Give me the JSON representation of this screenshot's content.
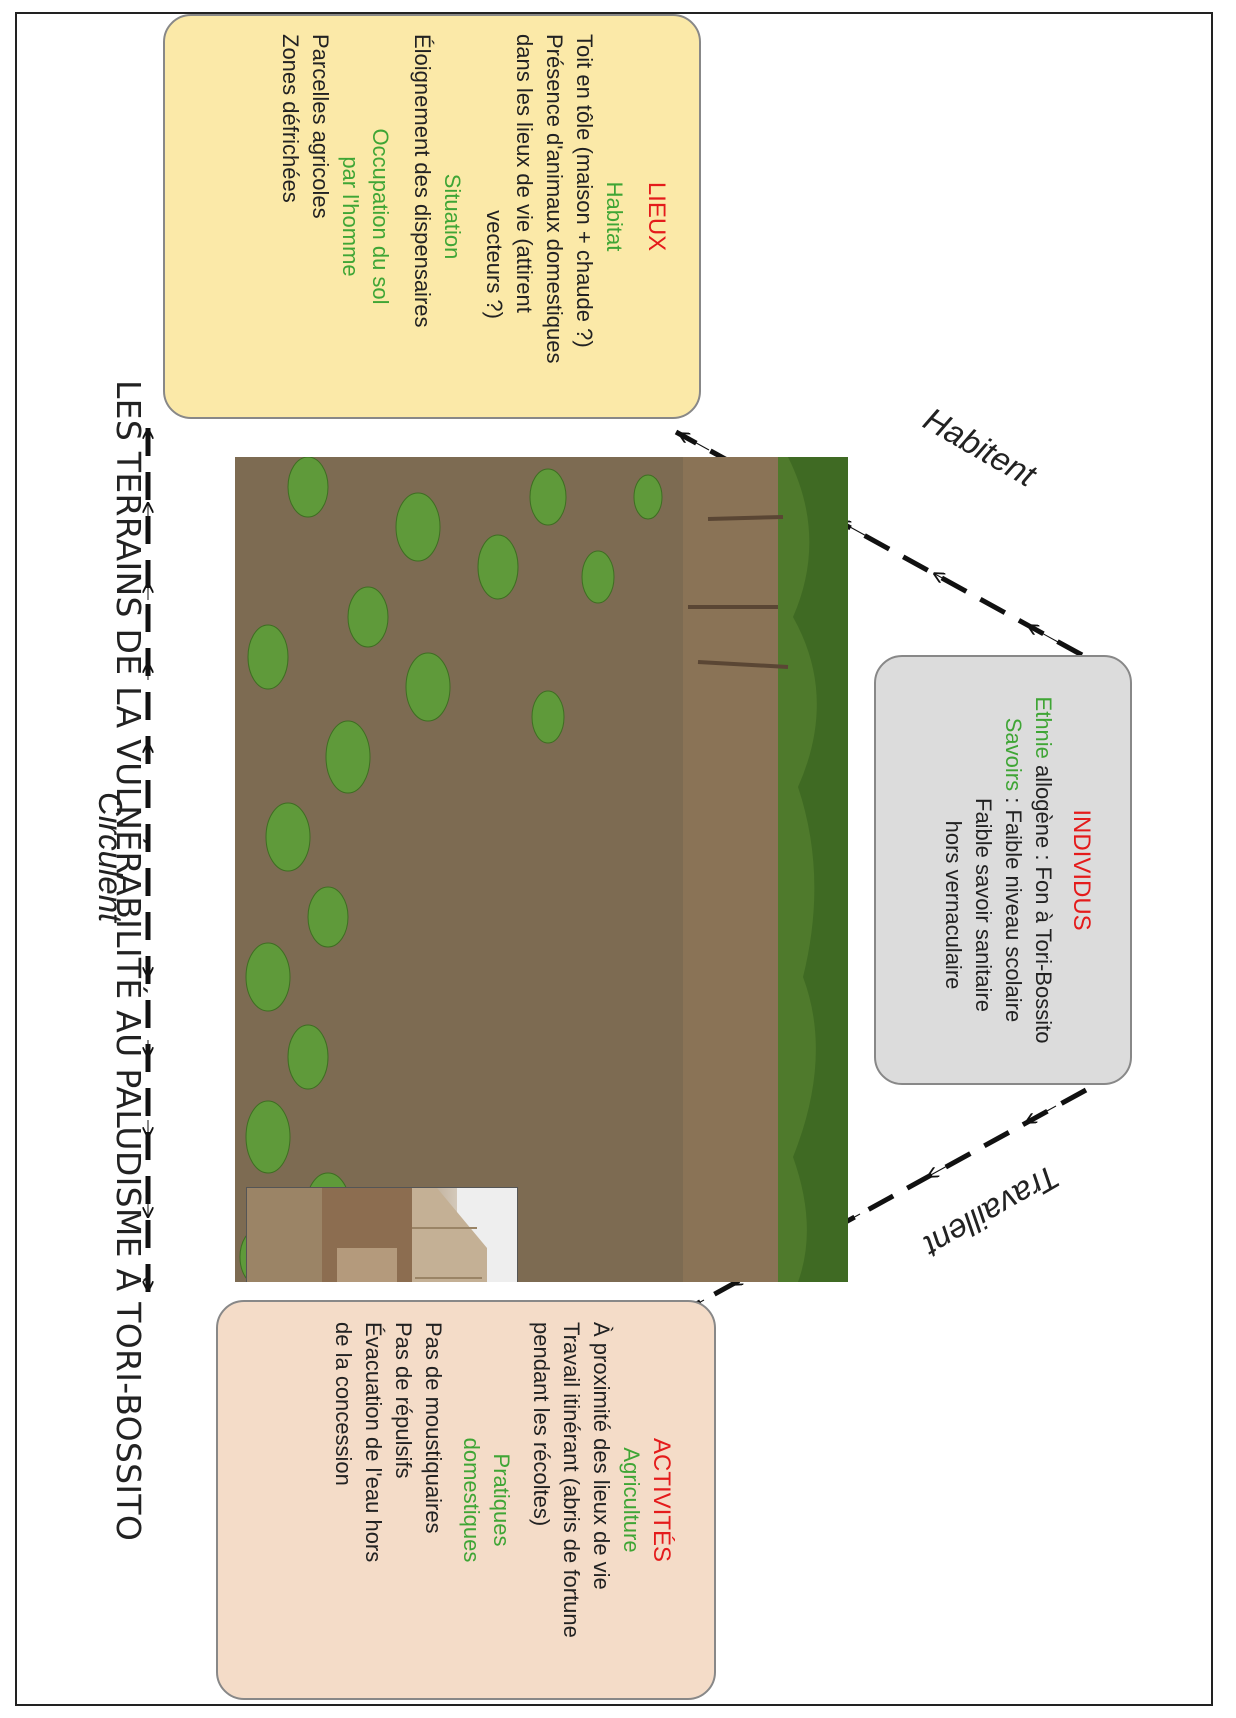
{
  "title": "LES TERRAINS DE LA VULNÉRABILITÉ AU PALUDISME À TORI-BOSSITO",
  "colors": {
    "heading_red": "#e41b1b",
    "subheading_green": "#3fa535",
    "lieux_bg": "#fbe9a8",
    "individus_bg": "#dcdcdc",
    "activites_bg": "#f4dcc8"
  },
  "lieux": {
    "heading": "LIEUX",
    "habitat_label": "Habitat",
    "habitat_lines": [
      "Toit en tôle (maison + chaude ?)",
      "Présence d'animaux domestiques",
      "dans les lieux de vie (attirent",
      "vecteurs ?)"
    ],
    "situation_label": "Situation",
    "situation_lines": [
      "Éloignement des dispensaires"
    ],
    "occupation_label_1": "Occupation du sol",
    "occupation_label_2": "par l'homme",
    "occupation_lines": [
      "Parcelles agricoles",
      "Zones défrichées"
    ]
  },
  "individus": {
    "heading": "INDIVIDUS",
    "ethnie_label": "Ethnie",
    "ethnie_text": " allogène : Fon à Tori-Bossito",
    "savoirs_label": "Savoirs",
    "savoirs_text": " : Faible niveau scolaire",
    "savoirs_lines": [
      "Faible savoir sanitaire",
      "hors vernaculaire"
    ]
  },
  "activites": {
    "heading": "ACTIVITÉS",
    "agriculture_label": "Agriculture",
    "agriculture_lines": [
      "À proximité des lieux de vie",
      "Travail itinérant (abris de fortune",
      "pendant les récoltes)"
    ],
    "pratiques_label_1": "Pratiques",
    "pratiques_label_2": "domestiques",
    "pratiques_lines": [
      "Pas de moustiquaires",
      "Pas de répulsifs",
      "Évacuation de l'eau hors",
      "de la concession"
    ]
  },
  "edges": {
    "habitent": "Habitent",
    "travaillent": "Travaillent",
    "circulent": "Circulent"
  },
  "photo": {
    "main": "field-and-village-photo",
    "inset": "house-with-tin-roof-photo"
  }
}
